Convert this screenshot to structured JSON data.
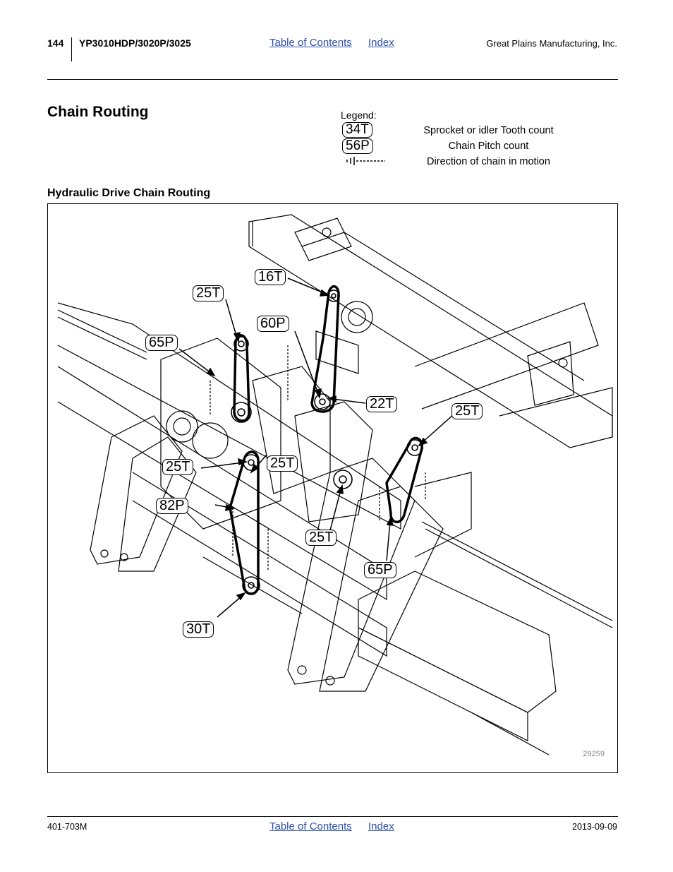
{
  "header": {
    "page_number": "144",
    "model": "YP3010HDP/3020P/3025",
    "toc_link": "Table of Contents",
    "index_link": "Index",
    "company": "Great Plains Manufacturing, Inc."
  },
  "section_title": "Chain Routing",
  "legend": {
    "title": "Legend:",
    "items": [
      {
        "symbol": "34T",
        "text": "Sprocket or idler Tooth count"
      },
      {
        "symbol": "56P",
        "text": "Chain Pitch count"
      },
      {
        "symbol": "",
        "text": "Direction of chain in motion"
      }
    ]
  },
  "subsection_title": "Hydraulic Drive Chain Routing",
  "figure": {
    "callouts": [
      "16T",
      "25T",
      "60P",
      "65P",
      "22T",
      "25T",
      "25T",
      "25T",
      "82P",
      "25T",
      "65P",
      "30T"
    ],
    "figure_id": "29259"
  },
  "footer": {
    "doc_number": "401-703M",
    "toc_link": "Table of Contents",
    "index_link": "Index",
    "date": "2013-09-09"
  }
}
